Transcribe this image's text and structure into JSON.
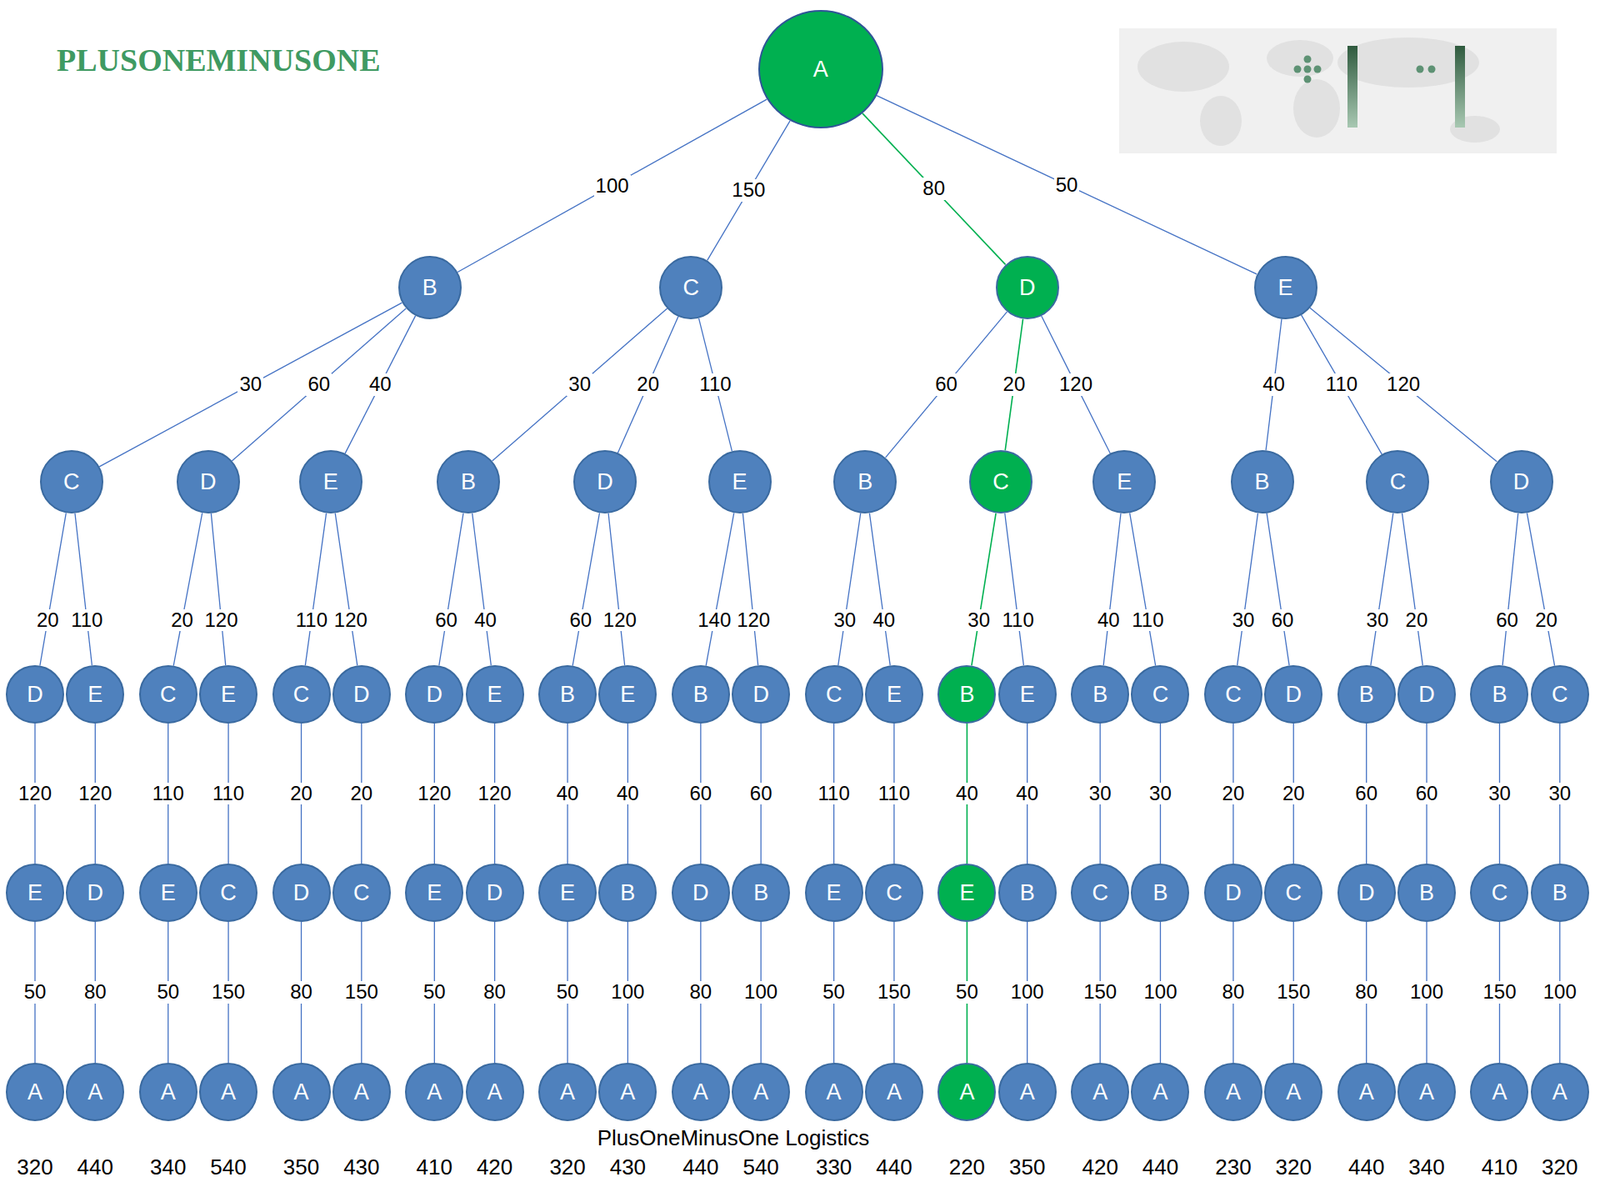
{
  "diagram": {
    "nodes": [
      {
        "text": [
          "A"
        ]
      },
      {
        "text": [
          "B"
        ]
      },
      {
        "text": [
          "C"
        ]
      },
      {
        "text": [
          "D"
        ]
      },
      {
        "text": [
          "E"
        ]
      },
      {
        "text": [
          "C"
        ]
      },
      {
        "text": [
          "D"
        ]
      },
      {
        "text": [
          "E"
        ]
      },
      {
        "text": [
          "B"
        ]
      },
      {
        "text": [
          "D"
        ]
      },
      {
        "text": [
          "E"
        ]
      },
      {
        "text": [
          "B"
        ]
      },
      {
        "text": [
          "C"
        ]
      },
      {
        "text": [
          "E"
        ]
      },
      {
        "text": [
          "B"
        ]
      },
      {
        "text": [
          "C"
        ]
      },
      {
        "text": [
          "D"
        ]
      },
      {
        "text": [
          "D"
        ]
      },
      {
        "text": [
          "E"
        ]
      },
      {
        "text": [
          "C"
        ]
      },
      {
        "text": [
          "E"
        ]
      },
      {
        "text": [
          "C"
        ]
      },
      {
        "text": [
          "D"
        ]
      },
      {
        "text": [
          "D"
        ]
      },
      {
        "text": [
          "E"
        ]
      },
      {
        "text": [
          "B"
        ]
      },
      {
        "text": [
          "E"
        ]
      },
      {
        "text": [
          "B"
        ]
      },
      {
        "text": [
          "D"
        ]
      },
      {
        "text": [
          "C"
        ]
      },
      {
        "text": [
          "E"
        ]
      },
      {
        "text": [
          "B"
        ]
      },
      {
        "text": [
          "E"
        ]
      },
      {
        "text": [
          "B"
        ]
      },
      {
        "text": [
          "C"
        ]
      },
      {
        "text": [
          "C"
        ]
      },
      {
        "text": [
          "D"
        ]
      },
      {
        "text": [
          "B"
        ]
      },
      {
        "text": [
          "D"
        ]
      },
      {
        "text": [
          "B"
        ]
      },
      {
        "text": [
          "C"
        ]
      },
      {
        "text": [
          "E"
        ]
      },
      {
        "text": [
          "D"
        ]
      },
      {
        "text": [
          "E"
        ]
      },
      {
        "text": [
          "C"
        ]
      },
      {
        "text": [
          "D"
        ]
      },
      {
        "text": [
          "C"
        ]
      },
      {
        "text": [
          "E"
        ]
      },
      {
        "text": [
          "D"
        ]
      },
      {
        "text": [
          "E"
        ]
      },
      {
        "text": [
          "B"
        ]
      },
      {
        "text": [
          "D"
        ]
      },
      {
        "text": [
          "B"
        ]
      },
      {
        "text": [
          "E"
        ]
      },
      {
        "text": [
          "C"
        ]
      },
      {
        "text": [
          "E"
        ]
      },
      {
        "text": [
          "B"
        ]
      },
      {
        "text": [
          "C"
        ]
      },
      {
        "text": [
          "B"
        ]
      },
      {
        "text": [
          "D"
        ]
      },
      {
        "text": [
          "C"
        ]
      },
      {
        "text": [
          "D"
        ]
      },
      {
        "text": [
          "B"
        ]
      },
      {
        "text": [
          "C"
        ]
      },
      {
        "text": [
          "B"
        ]
      },
      {
        "text": [
          "A"
        ]
      },
      {
        "text": [
          "A"
        ]
      },
      {
        "text": [
          "A"
        ]
      },
      {
        "text": [
          "A"
        ]
      },
      {
        "text": [
          "A"
        ]
      },
      {
        "text": [
          "A"
        ]
      },
      {
        "text": [
          "A"
        ]
      },
      {
        "text": [
          "A"
        ]
      },
      {
        "text": [
          "A"
        ]
      },
      {
        "text": [
          "A"
        ]
      },
      {
        "text": [
          "A"
        ]
      },
      {
        "text": [
          "A"
        ]
      },
      {
        "text": [
          "A"
        ]
      },
      {
        "text": [
          "A"
        ]
      },
      {
        "text": [
          "A"
        ]
      },
      {
        "text": [
          "A"
        ]
      },
      {
        "text": [
          "A"
        ]
      },
      {
        "text": [
          "A"
        ]
      },
      {
        "text": [
          "A"
        ]
      },
      {
        "text": [
          "A"
        ]
      },
      {
        "text": [
          "A"
        ]
      },
      {
        "text": [
          "A"
        ]
      },
      {
        "text": [
          "A"
        ]
      },
      {
        "text": [
          "A"
        ]
      }
    ],
    "edges": [
      {
        "from": 0,
        "to": 1,
        "arrow": "none",
        "label": "100"
      },
      {
        "from": 0,
        "to": 2,
        "arrow": "none",
        "label": "150"
      },
      {
        "from": 0,
        "to": 3,
        "arrow": "none",
        "label": "80"
      },
      {
        "from": 0,
        "to": 4,
        "arrow": "none",
        "label": "50"
      },
      {
        "from": 1,
        "to": 5,
        "arrow": "none",
        "label": "30"
      },
      {
        "from": 1,
        "to": 6,
        "arrow": "none",
        "label": "60"
      },
      {
        "from": 1,
        "to": 7,
        "arrow": "none",
        "label": "40"
      },
      {
        "from": 2,
        "to": 8,
        "arrow": "none",
        "label": "30"
      },
      {
        "from": 2,
        "to": 9,
        "arrow": "none",
        "label": "20"
      },
      {
        "from": 2,
        "to": 10,
        "arrow": "none",
        "label": "110"
      },
      {
        "from": 3,
        "to": 11,
        "arrow": "none",
        "label": "60"
      },
      {
        "from": 3,
        "to": 12,
        "arrow": "none",
        "label": "20"
      },
      {
        "from": 3,
        "to": 13,
        "arrow": "none",
        "label": "120"
      },
      {
        "from": 4,
        "to": 14,
        "arrow": "none",
        "label": "40"
      },
      {
        "from": 4,
        "to": 15,
        "arrow": "none",
        "label": "110"
      },
      {
        "from": 4,
        "to": 16,
        "arrow": "none",
        "label": "120"
      },
      {
        "from": 5,
        "to": 17,
        "arrow": "none",
        "label": "20"
      },
      {
        "from": 5,
        "to": 18,
        "arrow": "none",
        "label": "110"
      },
      {
        "from": 6,
        "to": 19,
        "arrow": "none",
        "label": "20"
      },
      {
        "from": 6,
        "to": 20,
        "arrow": "none",
        "label": "120"
      },
      {
        "from": 7,
        "to": 21,
        "arrow": "none",
        "label": "110"
      },
      {
        "from": 7,
        "to": 22,
        "arrow": "none",
        "label": "120"
      },
      {
        "from": 8,
        "to": 23,
        "arrow": "none",
        "label": "60"
      },
      {
        "from": 8,
        "to": 24,
        "arrow": "none",
        "label": "40"
      },
      {
        "from": 9,
        "to": 25,
        "arrow": "none",
        "label": "60"
      },
      {
        "from": 9,
        "to": 26,
        "arrow": "none",
        "label": "120"
      },
      {
        "from": 10,
        "to": 27,
        "arrow": "none",
        "label": "140"
      },
      {
        "from": 10,
        "to": 28,
        "arrow": "none",
        "label": "120"
      },
      {
        "from": 11,
        "to": 29,
        "arrow": "none",
        "label": "30"
      },
      {
        "from": 11,
        "to": 30,
        "arrow": "none",
        "label": "40"
      },
      {
        "from": 12,
        "to": 31,
        "arrow": "none",
        "label": "30"
      },
      {
        "from": 12,
        "to": 32,
        "arrow": "none",
        "label": "110"
      },
      {
        "from": 13,
        "to": 33,
        "arrow": "none",
        "label": "40"
      },
      {
        "from": 13,
        "to": 34,
        "arrow": "none",
        "label": "110"
      },
      {
        "from": 14,
        "to": 35,
        "arrow": "none",
        "label": "30"
      },
      {
        "from": 14,
        "to": 36,
        "arrow": "none",
        "label": "60"
      },
      {
        "from": 15,
        "to": 37,
        "arrow": "none",
        "label": "30"
      },
      {
        "from": 15,
        "to": 38,
        "arrow": "none",
        "label": "20"
      },
      {
        "from": 16,
        "to": 39,
        "arrow": "none",
        "label": "60"
      },
      {
        "from": 16,
        "to": 40,
        "arrow": "none",
        "label": "20"
      },
      {
        "from": 17,
        "to": 41,
        "arrow": "none",
        "label": "120"
      },
      {
        "from": 18,
        "to": 42,
        "arrow": "none",
        "label": "120"
      },
      {
        "from": 19,
        "to": 43,
        "arrow": "none",
        "label": "110"
      },
      {
        "from": 20,
        "to": 44,
        "arrow": "none",
        "label": "110"
      },
      {
        "from": 21,
        "to": 45,
        "arrow": "none",
        "label": "20"
      },
      {
        "from": 22,
        "to": 46,
        "arrow": "none",
        "label": "20"
      },
      {
        "from": 23,
        "to": 47,
        "arrow": "none",
        "label": "120"
      },
      {
        "from": 24,
        "to": 48,
        "arrow": "none",
        "label": "120"
      },
      {
        "from": 25,
        "to": 49,
        "arrow": "none",
        "label": "40"
      },
      {
        "from": 26,
        "to": 50,
        "arrow": "none",
        "label": "40"
      },
      {
        "from": 27,
        "to": 51,
        "arrow": "none",
        "label": "60"
      },
      {
        "from": 28,
        "to": 52,
        "arrow": "none",
        "label": "60"
      },
      {
        "from": 29,
        "to": 53,
        "arrow": "none",
        "label": "110"
      },
      {
        "from": 30,
        "to": 54,
        "arrow": "none",
        "label": "110"
      },
      {
        "from": 31,
        "to": 55,
        "arrow": "none",
        "label": "40"
      },
      {
        "from": 32,
        "to": 56,
        "arrow": "none",
        "label": "40"
      },
      {
        "from": 33,
        "to": 57,
        "arrow": "none",
        "label": "30"
      },
      {
        "from": 34,
        "to": 58,
        "arrow": "none",
        "label": "30"
      },
      {
        "from": 35,
        "to": 59,
        "arrow": "none",
        "label": "20"
      },
      {
        "from": 36,
        "to": 60,
        "arrow": "none",
        "label": "20"
      },
      {
        "from": 37,
        "to": 61,
        "arrow": "none",
        "label": "60"
      },
      {
        "from": 38,
        "to": 62,
        "arrow": "none",
        "label": "60"
      },
      {
        "from": 39,
        "to": 63,
        "arrow": "none",
        "label": "30"
      },
      {
        "from": 40,
        "to": 64,
        "arrow": "none",
        "label": "30"
      },
      {
        "from": 41,
        "to": 65,
        "arrow": "none",
        "label": "50"
      },
      {
        "from": 42,
        "to": 66,
        "arrow": "none",
        "label": "80"
      },
      {
        "from": 43,
        "to": 67,
        "arrow": "none",
        "label": "50"
      },
      {
        "from": 44,
        "to": 68,
        "arrow": "none",
        "label": "150"
      },
      {
        "from": 45,
        "to": 69,
        "arrow": "none",
        "label": "80"
      },
      {
        "from": 46,
        "to": 70,
        "arrow": "none",
        "label": "150"
      },
      {
        "from": 47,
        "to": 71,
        "arrow": "none",
        "label": "50"
      },
      {
        "from": 48,
        "to": 72,
        "arrow": "none",
        "label": "80"
      },
      {
        "from": 49,
        "to": 73,
        "arrow": "none",
        "label": "50"
      },
      {
        "from": 50,
        "to": 74,
        "arrow": "none",
        "label": "100"
      },
      {
        "from": 51,
        "to": 75,
        "arrow": "none",
        "label": "80"
      },
      {
        "from": 52,
        "to": 76,
        "arrow": "none",
        "label": "100"
      },
      {
        "from": 53,
        "to": 77,
        "arrow": "none",
        "label": "50"
      },
      {
        "from": 54,
        "to": 78,
        "arrow": "none",
        "label": "150"
      },
      {
        "from": 55,
        "to": 79,
        "arrow": "none",
        "label": "50"
      },
      {
        "from": 56,
        "to": 80,
        "arrow": "none",
        "label": "100"
      },
      {
        "from": 57,
        "to": 81,
        "arrow": "none",
        "label": "150"
      },
      {
        "from": 58,
        "to": 82,
        "arrow": "none",
        "label": "100"
      },
      {
        "from": 59,
        "to": 83,
        "arrow": "none",
        "label": "80"
      },
      {
        "from": 60,
        "to": 84,
        "arrow": "none",
        "label": "150"
      },
      {
        "from": 61,
        "to": 85,
        "arrow": "none",
        "label": "80"
      },
      {
        "from": 62,
        "to": 86,
        "arrow": "none",
        "label": "100"
      },
      {
        "from": 63,
        "to": 87,
        "arrow": "none",
        "label": "150"
      },
      {
        "from": 64,
        "to": 88,
        "arrow": "none",
        "label": "100"
      }
    ],
    "labels": [
      "PLUSONEMINUSONE",
      "PlusOneMinusOne Logistics",
      "320",
      "440",
      "340",
      "540",
      "350",
      "430",
      "410",
      "420",
      "320",
      "430",
      "440",
      "540",
      "330",
      "440",
      "220",
      "350",
      "420",
      "440",
      "230",
      "320",
      "440",
      "340",
      "410",
      "320"
    ]
  }
}
